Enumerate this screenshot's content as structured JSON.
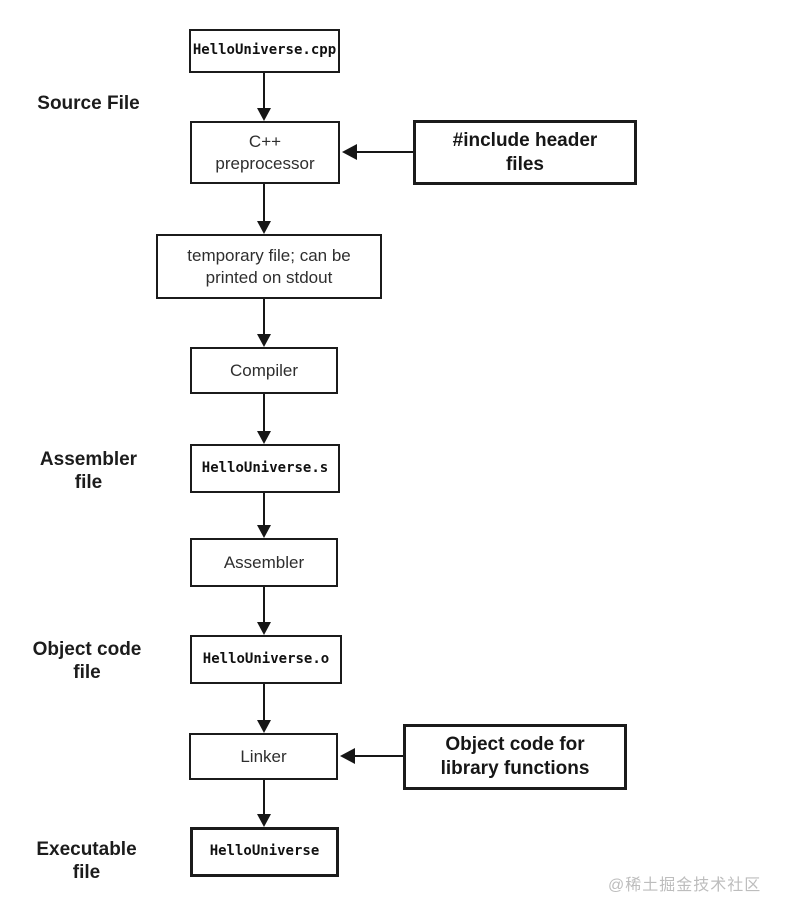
{
  "diagram": {
    "nodes": {
      "cpp": {
        "label": "HelloUniverse.cpp"
      },
      "preprocessor": {
        "label": "C++\npreprocessor"
      },
      "include": {
        "label": "#include header\nfiles"
      },
      "temp": {
        "label": "temporary file; can be\nprinted on stdout"
      },
      "compiler": {
        "label": "Compiler"
      },
      "asm_file": {
        "label": "HelloUniverse.s"
      },
      "assembler": {
        "label": "Assembler"
      },
      "obj_file": {
        "label": "HelloUniverse.o"
      },
      "linker": {
        "label": "Linker"
      },
      "library": {
        "label": "Object code for\nlibrary functions"
      },
      "exe": {
        "label": "HelloUniverse"
      }
    },
    "side_labels": {
      "source": "Source File",
      "assembler": "Assembler\nfile",
      "object": "Object code\nfile",
      "executable": "Executable\nfile"
    },
    "watermark": "@稀土掘金技术社区",
    "colors": {
      "line": "#161616",
      "background": "#ffffff",
      "watermark": "#bdbdbd"
    }
  }
}
